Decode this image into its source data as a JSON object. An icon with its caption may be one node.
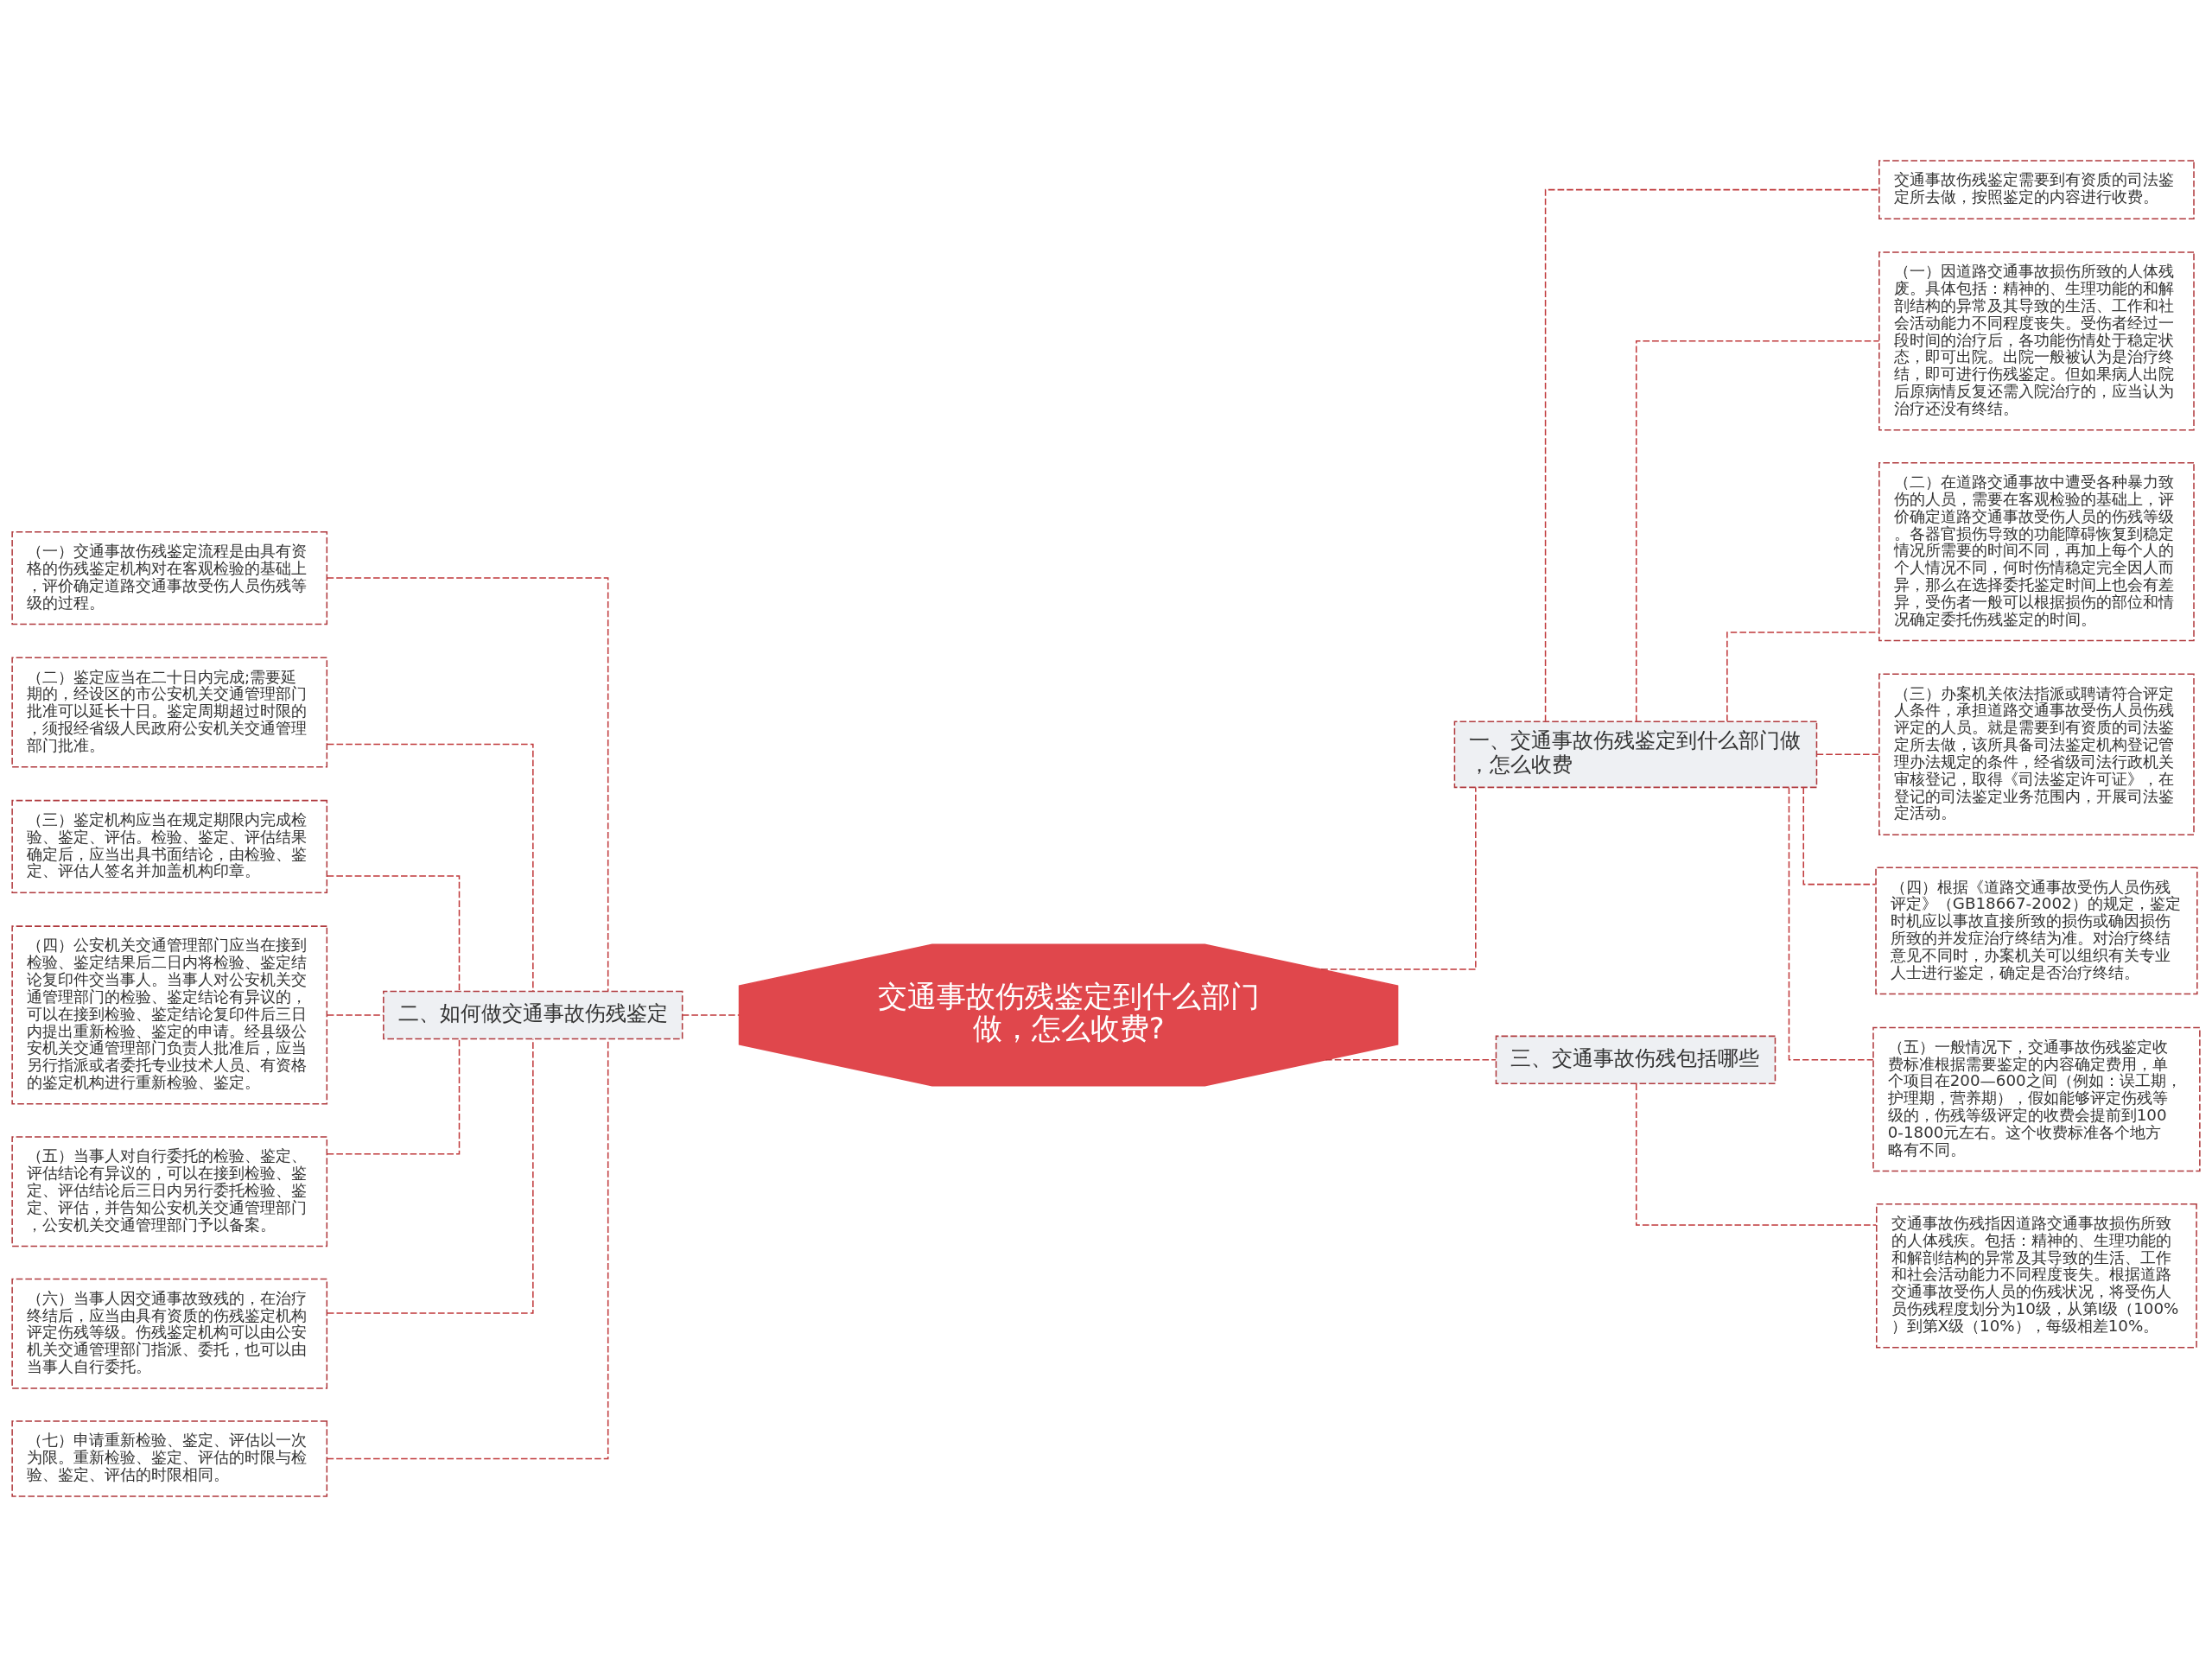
{
  "diagram": {
    "nodes": [
      {
        "text": [
          "交通事故伤残鉴定到什么部门做，怎么收费?"
        ]
      },
      {
        "text": [
          "一、交通事故伤残鉴定到什么部门做，怎么收费"
        ]
      },
      {
        "text": [
          "交通事故伤残鉴定需要到有资质的司法鉴定所去做，按照鉴定的内容进行收费。"
        ]
      },
      {
        "text": [
          "（一）因道路交通事故损伤所致的人体残废。具体包括：精神的、生理功能的和解剖结构的异常及其导致的生活、工作和社会活动能力不同程度丧失。受伤者经过一段时间的治疗后，各功能伤情处于稳定状态，即可出院。出院一般被认为是治疗终结，即可进行伤残鉴定。但如果病人出院后原病情反复还需入院治疗的，应当认为治疗还没有终结。"
        ]
      },
      {
        "text": [
          "（二）在道路交通事故中遭受各种暴力致伤的人员，需要在客观检验的基础上，评价确定道路交通事故受伤人员的伤残等级。各器官损伤导致的功能障碍恢复到稳定情况所需要的时间不同，再加上每个人的个人情况不同，何时伤情稳定完全因人而异，那么在选择委托鉴定时间上也会有差异，受伤者一般可以根据损伤的部位和情况确定委托伤残鉴定的时间。"
        ]
      },
      {
        "text": [
          "（三）办案机关依法指派或聘请符合评定人条件，承担道路交通事故受伤人员伤残评定的人员。就是需要到有资质的司法鉴定所去做，该所具备司法鉴定机构登记管理办法规定的条件，经省级司法行政机关审核登记，取得《司法鉴定许可证》，在登记的司法鉴定业务范围内，开展司法鉴定活动。"
        ]
      },
      {
        "text": [
          "（四）根据《道路交通事故受伤人员伤残评定》（GB18667-2002）的规定，鉴定时机应以事故直接所致的损伤或确因损伤所致的并发症治疗终结为准。对治疗终结意见不同时，办案机关可以组织有关专业人士进行鉴定，确定是否治疗终结。"
        ]
      },
      {
        "text": [
          "（五）一般情况下，交通事故伤残鉴定收费标准根据需要鉴定的内容确定费用，单个项目在200—600之间（例如：误工期，护理期，营养期），假如能够评定伤残等级的，伤残等级评定的收费会提前到1000-1800元左右。这个收费标准各个地方略有不同。"
        ]
      },
      {
        "text": [
          "二、如何做交通事故伤残鉴定"
        ]
      },
      {
        "text": [
          "（一）交通事故伤残鉴定流程是由具有资格的伤残鉴定机构对在客观检验的基础上，评价确定道路交通事故受伤人员伤残等级的过程。"
        ]
      },
      {
        "text": [
          "（二）鉴定应当在二十日内完成;需要延期的，经设区的市公安机关交通管理部门批准可以延长十日。鉴定周期超过时限的，须报经省级人民政府公安机关交通管理部门批准。"
        ]
      },
      {
        "text": [
          "（三）鉴定机构应当在规定期限内完成检验、鉴定、评估。检验、鉴定、评估结果确定后，应当出具书面结论，由检验、鉴定、评估人签名并加盖机构印章。"
        ]
      },
      {
        "text": [
          "（四）公安机关交通管理部门应当在接到检验、鉴定结果后二日内将检验、鉴定结论复印件交当事人。当事人对公安机关交通管理部门的检验、鉴定结论有异议的，可以在接到检验、鉴定结论复印件后三日内提出重新检验、鉴定的申请。经县级公安机关交通管理部门负责人批准后，应当另行指派或者委托专业技术人员、有资格的鉴定机构进行重新检验、鉴定。"
        ]
      },
      {
        "text": [
          "（五）当事人对自行委托的检验、鉴定、评估结论有异议的，可以在接到检验、鉴定、评估结论后三日内另行委托检验、鉴定、评估，并告知公安机关交通管理部门，公安机关交通管理部门予以备案。"
        ]
      },
      {
        "text": [
          "（六）当事人因交通事故致残的，在治疗终结后，应当由具有资质的伤残鉴定机构评定伤残等级。伤残鉴定机构可以由公安机关交通管理部门指派、委托，也可以由当事人自行委托。"
        ]
      },
      {
        "text": [
          "（七）申请重新检验、鉴定、评估以一次为限。重新检验、鉴定、评估的时限与检验、鉴定、评估的时限相同。"
        ]
      },
      {
        "text": [
          "三、交通事故伤残包括哪些"
        ]
      },
      {
        "text": [
          "交通事故伤残指因道路交通事故损伤所致的人体残疾。包括：精神的、生理功能的和解剖结构的异常及其导致的生活、工作和社会活动能力不同程度丧失。根据道路交通事故受伤人员的伤残状况，将受伤人员伤残程度划分为10级，从第I级（100%）到第X级（10%），每级相差10%。"
        ]
      }
    ],
    "edges": [
      {
        "from": 0,
        "to": 1,
        "arrow": "none",
        "style": "dashed"
      },
      {
        "from": 0,
        "to": 8,
        "arrow": "none",
        "style": "dashed"
      },
      {
        "from": 0,
        "to": 16,
        "arrow": "none",
        "style": "dashed"
      },
      {
        "from": 1,
        "to": 2,
        "arrow": "none",
        "style": "dashed"
      },
      {
        "from": 1,
        "to": 3,
        "arrow": "none",
        "style": "dashed"
      },
      {
        "from": 1,
        "to": 4,
        "arrow": "none",
        "style": "dashed"
      },
      {
        "from": 1,
        "to": 5,
        "arrow": "none",
        "style": "dashed"
      },
      {
        "from": 1,
        "to": 6,
        "arrow": "none",
        "style": "dashed"
      },
      {
        "from": 1,
        "to": 7,
        "arrow": "none",
        "style": "dashed"
      },
      {
        "from": 8,
        "to": 9,
        "arrow": "none",
        "style": "dashed"
      },
      {
        "from": 8,
        "to": 10,
        "arrow": "none",
        "style": "dashed"
      },
      {
        "from": 8,
        "to": 11,
        "arrow": "none",
        "style": "dashed"
      },
      {
        "from": 8,
        "to": 12,
        "arrow": "none",
        "style": "dashed"
      },
      {
        "from": 8,
        "to": 13,
        "arrow": "none",
        "style": "dashed"
      },
      {
        "from": 8,
        "to": 14,
        "arrow": "none",
        "style": "dashed"
      },
      {
        "from": 8,
        "to": 15,
        "arrow": "none",
        "style": "dashed"
      },
      {
        "from": 16,
        "to": 17,
        "arrow": "none",
        "style": "dashed"
      }
    ]
  }
}
